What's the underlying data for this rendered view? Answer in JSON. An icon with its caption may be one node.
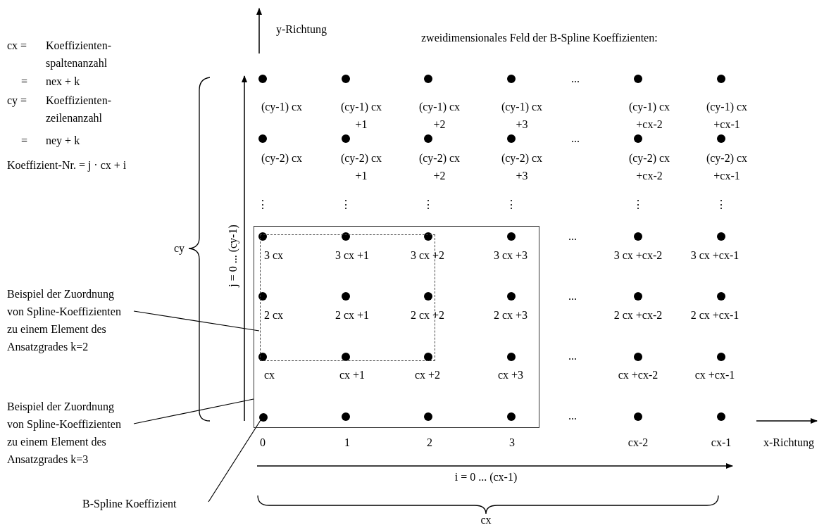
{
  "diagram": {
    "title": "zweidimensionales Feld der B-Spline Koeffizienten:",
    "nodes": [
      {
        "text": [],
        "shape": "box"
      },
      {
        "text": [],
        "shape": "box",
        "in": 0
      },
      {
        "text": [
          "Beispiel der Zuordnung von Spline-Koeffizienten zu einem Element des Ansatzgrades k=2"
        ]
      },
      {
        "text": [
          "Beispiel der Zuordnung von Spline-Koeffizienten zu einem Element des Ansatzgrades k=3"
        ]
      },
      {
        "text": [
          "B-Spline Koeffizient"
        ]
      },
      {
        "text": [],
        "shape": "circle",
        "in": 0
      }
    ],
    "edges": [
      {
        "from": 2,
        "to": 1,
        "arrow": "none"
      },
      {
        "from": 3,
        "to": 0,
        "arrow": "none"
      },
      {
        "from": 4,
        "to": 5,
        "arrow": "none"
      }
    ],
    "labels": [
      "y-Richtung",
      "cx =",
      "Koeffizienten- spaltenanzahl",
      "=",
      "nex + k",
      "cy =",
      "Koeffizienten- zeilenanzahl",
      "=",
      "ney + k",
      "Koeffizient-Nr. = j · cx + i",
      "(cy-1) cx",
      "(cy-1) cx +1",
      "(cy-1) cx +2",
      "(cy-1) cx +3",
      "...",
      "(cy-1) cx +cx-2",
      "(cy-1) cx +cx-1",
      "(cy-2) cx",
      "(cy-2) cx +1",
      "(cy-2) cx +2",
      "(cy-2) cx +3",
      "...",
      "(cy-2) cx +cx-2",
      "(cy-2) cx +cx-1",
      "⋮",
      "⋮",
      "⋮",
      "⋮",
      "⋮",
      "⋮",
      "cy",
      "j = 0 ... (cy-1)",
      "3 cx",
      "3 cx +1",
      "3 cx +2",
      "3 cx +3",
      "...",
      "3 cx +cx-2",
      "3 cx +cx-1",
      "2 cx",
      "2 cx +1",
      "2 cx +2",
      "2 cx +3",
      "...",
      "2 cx +cx-2",
      "2 cx +cx-1",
      "cx",
      "cx +1",
      "cx +2",
      "cx +3",
      "...",
      "cx +cx-2",
      "cx +cx-1",
      "...",
      "x-Richtung",
      "0",
      "1",
      "2",
      "3",
      "cx-2",
      "cx-1",
      "i = 0 ... (cx-1)",
      "cx"
    ]
  }
}
